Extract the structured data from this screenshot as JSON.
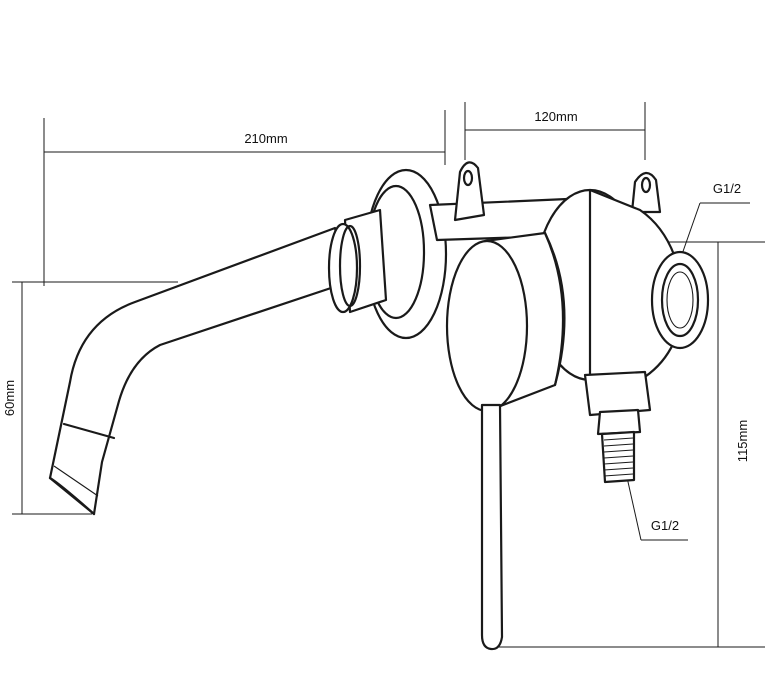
{
  "dimensions": {
    "spout_length": "210mm",
    "body_width": "120mm",
    "spout_height": "60mm",
    "total_height": "115mm"
  },
  "connections": {
    "side_inlet": "G1/2",
    "bottom_inlet": "G1/2"
  }
}
